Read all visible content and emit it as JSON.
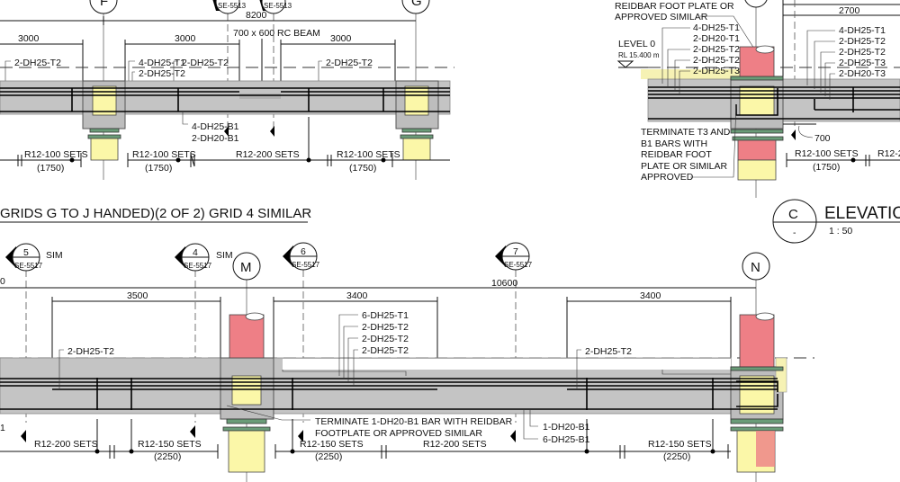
{
  "colors": {
    "beam": "#c4c4c4",
    "column_pile_top": "#ee7f86",
    "column_core": "#fbf7a8",
    "bearing_plate": "#6a9c78"
  },
  "top_left": {
    "grids": [
      "F",
      "G"
    ],
    "section_refs": [
      "SE-5513",
      "SE-5513"
    ],
    "overall_dim": "8200",
    "beam_label": "700 x 600 RC BEAM",
    "dims": [
      "3000",
      "3000",
      "3000"
    ],
    "rebar_labels": [
      "2-DH25-T2",
      "4-DH25-T1",
      "2-DH25-T2",
      "2-DH25-T2",
      "2-DH25-T2"
    ],
    "bottom_bars": [
      "4-DH25-B1",
      "2-DH20-B1"
    ],
    "sets": [
      {
        "label": "R12-100 SETS",
        "len": "(1750)"
      },
      {
        "label": "R12-100 SETS",
        "len": "(1750)"
      },
      {
        "label": "R12-200 SETS",
        "len": ""
      },
      {
        "label": "R12-100 SETS",
        "len": "(1750)"
      }
    ]
  },
  "top_right": {
    "note_top": [
      "REIDBAR FOOT PLATE OR",
      "APPROVED SIMILAR"
    ],
    "dim": "2700",
    "level": "LEVEL 0",
    "rl": "RL 15.400 m",
    "rebar_left": [
      "4-DH25-T1",
      "2-DH20-T1",
      "2-DH25-T2",
      "2-DH25-T2",
      "2-DH25-T3"
    ],
    "rebar_right": [
      "4-DH25-T1",
      "2-DH25-T2",
      "2-DH25-T2",
      "2-DH25-T3",
      "2-DH20-T3"
    ],
    "note_bottom": [
      "TERMINATE T3 AND",
      "B1 BARS WITH",
      "REIDBAR FOOT",
      "PLATE OR SIMILAR",
      "APPROVED"
    ],
    "dim_700": "700",
    "sets": [
      {
        "label": "R12-100 SETS",
        "len": "(1750)"
      },
      {
        "label": "R12-2",
        "len": ""
      }
    ]
  },
  "elevation": {
    "ref": "C",
    "sheet": "-",
    "title": "ELEVATION",
    "scale": "1 : 50"
  },
  "section_title": "GRIDS G TO J HANDED)(2 OF 2) GRID 4 SIMILAR",
  "bottom": {
    "section_markers": [
      {
        "num": "5",
        "sheet": "SE-5517",
        "sim": "SIM"
      },
      {
        "num": "4",
        "sheet": "SE-5517",
        "sim": "SIM"
      },
      {
        "num": "6",
        "sheet": "SE-5517",
        "sim": ""
      },
      {
        "num": "7",
        "sheet": "SE-5517",
        "sim": ""
      }
    ],
    "grids": [
      "M",
      "N"
    ],
    "edge_dim": "0",
    "overall_dim": "10600",
    "dims": [
      "3500",
      "3400",
      "3400"
    ],
    "rebar_group": [
      "6-DH25-T1",
      "2-DH25-T2",
      "2-DH25-T2",
      "2-DH25-T2"
    ],
    "rebar_left": "2-DH25-T2",
    "rebar_right": "2-DH25-T2",
    "note": [
      "TERMINATE 1-DH20-B1 BAR WITH REIDBAR",
      "FOOTPLATE OR APPROVED SIMILAR"
    ],
    "bottom_bars": [
      "1-DH20-B1",
      "6-DH25-B1"
    ],
    "edge_label": "1",
    "sets": [
      {
        "label": "R12-200 SETS",
        "len": ""
      },
      {
        "label": "R12-150 SETS",
        "len": "(2250)"
      },
      {
        "label": "R12-150 SETS",
        "len": "(2250)"
      },
      {
        "label": "R12-200 SETS",
        "len": ""
      },
      {
        "label": "R12-150 SETS",
        "len": "(2250)"
      }
    ]
  }
}
